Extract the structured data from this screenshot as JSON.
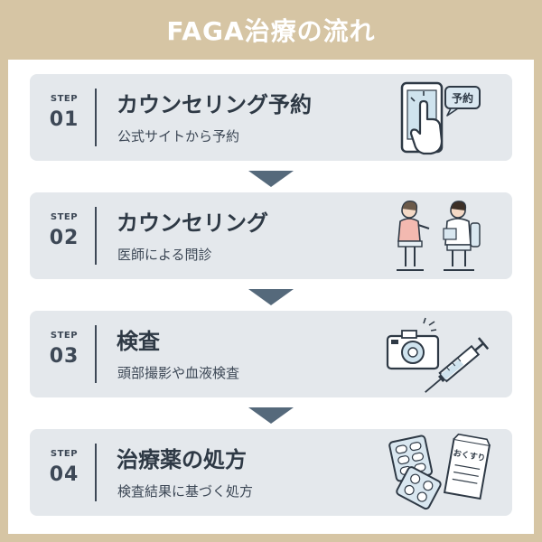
{
  "title": "FAGA治療の流れ",
  "colors": {
    "frame": "#d6c5a4",
    "card": "#e4e8ec",
    "text_dark": "#2e3945",
    "arrow": "#55697b"
  },
  "steps": [
    {
      "label": "STEP",
      "num": "01",
      "title": "カウンセリング予約",
      "subtitle": "公式サイトから予約",
      "illustration": "smartphone-tap-icon",
      "badge": "予約"
    },
    {
      "label": "STEP",
      "num": "02",
      "title": "カウンセリング",
      "subtitle": "医師による問診",
      "illustration": "doctor-consultation-icon"
    },
    {
      "label": "STEP",
      "num": "03",
      "title": "検査",
      "subtitle": "頭部撮影や血液検査",
      "illustration": "camera-syringe-icon"
    },
    {
      "label": "STEP",
      "num": "04",
      "title": "治療薬の処方",
      "subtitle": "検査結果に基づく処方",
      "illustration": "medicine-icon",
      "badge": "おくすり"
    }
  ]
}
